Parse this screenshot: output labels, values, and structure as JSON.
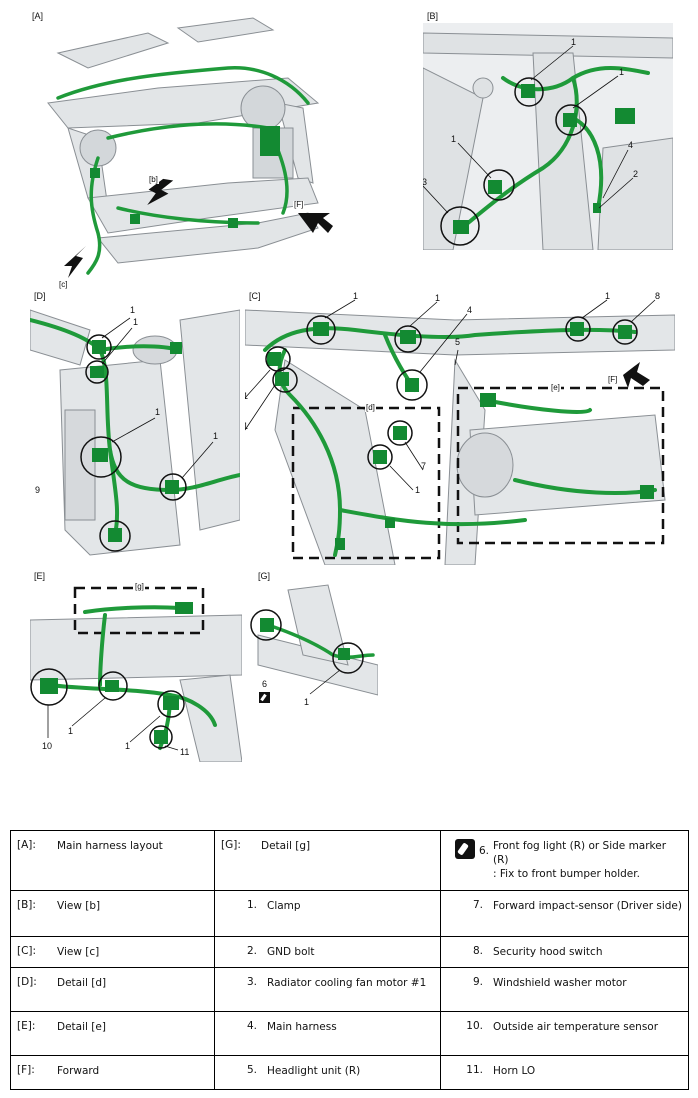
{
  "panels": {
    "A": {
      "label": "[A]",
      "sub_b": "[b]",
      "sub_c": "[c]",
      "sub_f": "[F]"
    },
    "B": {
      "label": "[B]",
      "callouts": [
        "1",
        "1",
        "1",
        "3",
        "4",
        "2"
      ]
    },
    "D": {
      "label": "[D]",
      "callouts": [
        "1",
        "1",
        "1",
        "1",
        "9"
      ]
    },
    "C": {
      "label": "[C]",
      "sub_d": "[d]",
      "sub_e": "[e]",
      "sub_f": "[F]",
      "callouts": [
        "1",
        "1",
        "4",
        "5",
        "1",
        "8",
        "1",
        "1",
        "7",
        "1"
      ]
    },
    "E": {
      "label": "[E]",
      "sub_g": "[g]",
      "callouts": [
        "10",
        "1",
        "1",
        "11"
      ]
    },
    "G": {
      "label": "[G]",
      "callouts": [
        "6",
        "1"
      ]
    }
  },
  "legend": {
    "rows": [
      {
        "c1": {
          "code": "[A]:",
          "text": "Main harness layout"
        },
        "c2": {
          "code": "[G]:",
          "text": "Detail [g]"
        },
        "c3": {
          "code": "6.",
          "text": "Front fog light (R) or Side marker (R)",
          "note": ": Fix to front bumper holder."
        }
      },
      {
        "c1": {
          "code": "[B]:",
          "text": "View [b]"
        },
        "c2": {
          "code": "1.",
          "text": "Clamp"
        },
        "c3": {
          "code": "7.",
          "text": "Forward impact-sensor (Driver side)"
        }
      },
      {
        "c1": {
          "code": "[C]:",
          "text": "View [c]"
        },
        "c2": {
          "code": "2.",
          "text": "GND bolt"
        },
        "c3": {
          "code": "8.",
          "text": "Security hood switch"
        }
      },
      {
        "c1": {
          "code": "[D]:",
          "text": "Detail [d]"
        },
        "c2": {
          "code": "3.",
          "text": "Radiator cooling fan motor #1"
        },
        "c3": {
          "code": "9.",
          "text": "Windshield washer motor"
        }
      },
      {
        "c1": {
          "code": "[E]:",
          "text": "Detail [e]"
        },
        "c2": {
          "code": "4.",
          "text": "Main harness"
        },
        "c3": {
          "code": "10.",
          "text": "Outside air temperature sensor"
        }
      },
      {
        "c1": {
          "code": "[F]:",
          "text": "Forward"
        },
        "c2": {
          "code": "5.",
          "text": "Headlight unit (R)"
        },
        "c3": {
          "code": "11.",
          "text": "Horn LO"
        }
      }
    ]
  },
  "colors": {
    "harness": "#1f9a3a",
    "harness_dark": "#0f6e28",
    "frame": "#cfd3d6",
    "frame_line": "#8a8f94"
  }
}
